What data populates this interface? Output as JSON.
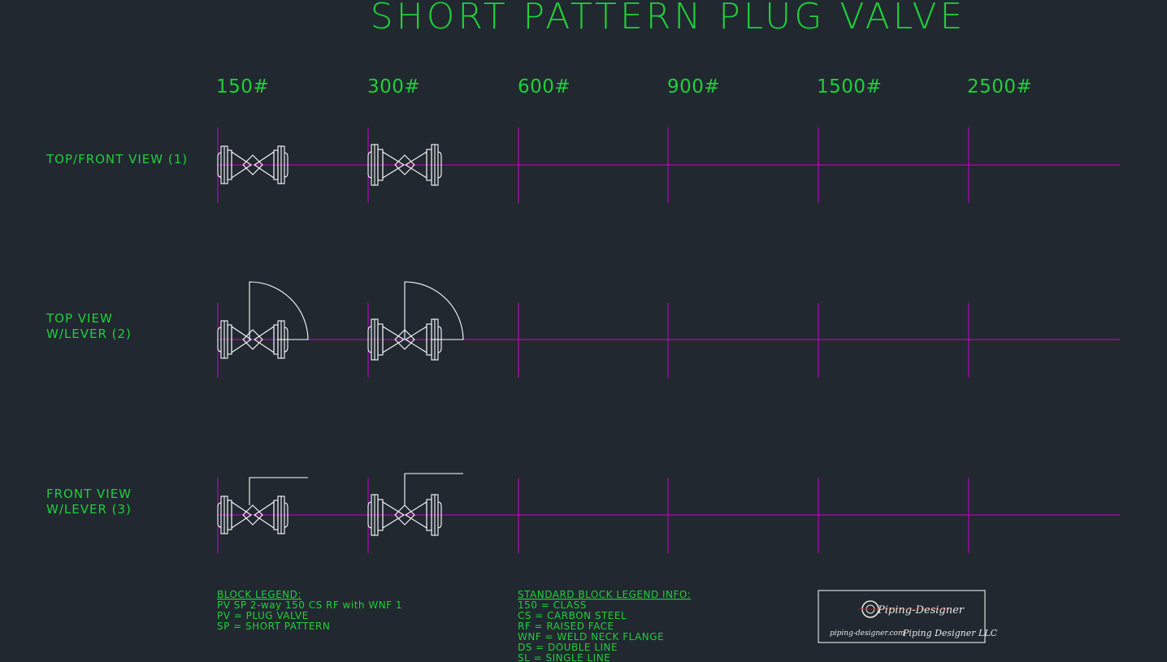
{
  "title": "SHORT PATTERN PLUG VALVE",
  "pressure_classes": [
    "150#",
    "300#",
    "600#",
    "900#",
    "1500#",
    "2500#"
  ],
  "rows": [
    {
      "label_lines": [
        "TOP/FRONT VIEW (1)"
      ]
    },
    {
      "label_lines": [
        "TOP VIEW",
        "W/LEVER (2)"
      ]
    },
    {
      "label_lines": [
        "FRONT VIEW",
        "W/LEVER (3)"
      ]
    }
  ],
  "block_legend": {
    "heading": "BLOCK LEGEND:",
    "lines": [
      "PV SP 2-way 150 CS RF with WNF 1",
      "PV = PLUG VALVE",
      "SP = SHORT PATTERN"
    ]
  },
  "standard_legend": {
    "heading": "STANDARD BLOCK LEGEND INFO:",
    "lines": [
      "150 = CLASS",
      "CS = CARBON STEEL",
      "RF = RAISED FACE",
      "WNF = WELD NECK FLANGE",
      "DS = DOUBLE LINE",
      "SL = SINGLE LINE"
    ]
  },
  "logo": {
    "brand": "Piping-Designer",
    "website": "piping-designer.com",
    "company": "Piping Designer LLC"
  },
  "colors": {
    "background": "#212830",
    "text": "#1fd03a",
    "centerline": "#d000d0",
    "linework": "#ffffff"
  }
}
